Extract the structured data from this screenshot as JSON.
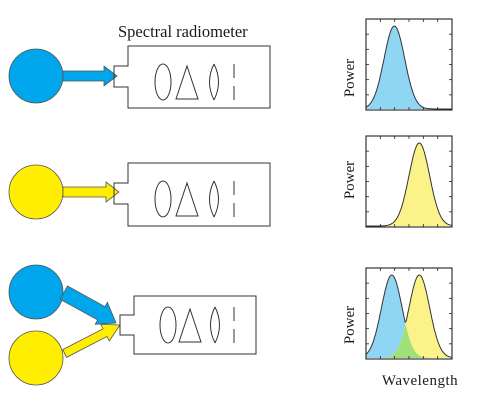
{
  "title": "Spectral radiometer",
  "power_label": "Power",
  "wavelength_label": "Wavelength",
  "colors": {
    "blue": "#00a6ec",
    "blue_light": "#8fd6f4",
    "yellow": "#ffee00",
    "yellow_light": "#fbf38a",
    "overlap": "#9fe07a",
    "outline": "#333333"
  }
}
